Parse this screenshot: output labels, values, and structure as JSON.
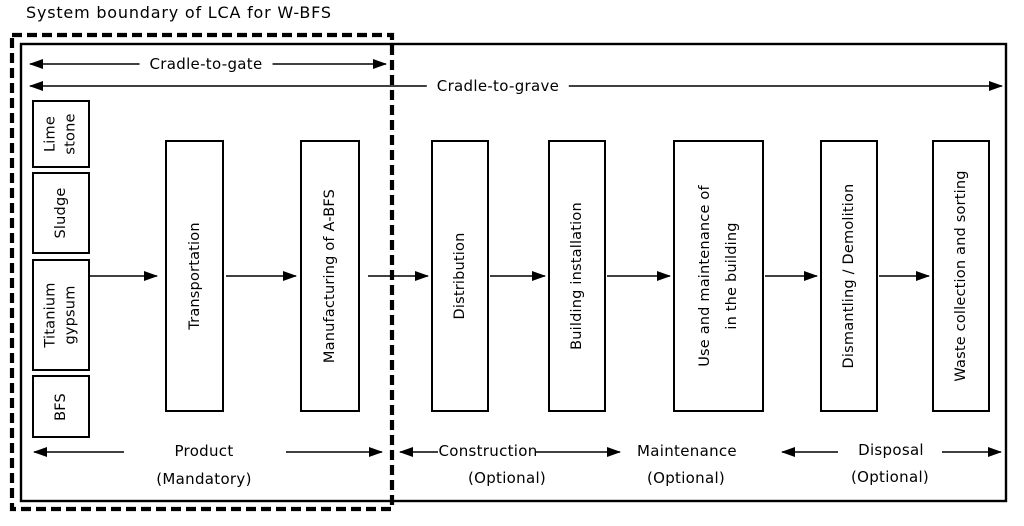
{
  "figure": {
    "title": "System boundary of LCA for W-BFS",
    "scope_arrows": {
      "cradle_to_gate": "Cradle-to-gate",
      "cradle_to_grave": "Cradle-to-grave"
    },
    "raw_materials": {
      "limestone": "Lime\nstone",
      "sludge": "Sludge",
      "titanium_gypsum": "Titanium\ngypsum",
      "bfs": "BFS"
    },
    "stages": {
      "transportation": "Transportation",
      "manufacturing": "Manufacturing of A-BFS",
      "distribution": "Distribution",
      "building_installation": "Building installation",
      "use_maintenance": "Use and maintenance of\nin the building",
      "dismantling": "Dismantling / Demolition",
      "waste_collection": "Waste collection and sorting"
    },
    "phases": {
      "product": {
        "label": "Product",
        "sub": "(Mandatory)"
      },
      "construction": {
        "label": "Construction",
        "sub": "(Optional)"
      },
      "maintenance": {
        "label": "Maintenance",
        "sub": "(Optional)"
      },
      "disposal": {
        "label": "Disposal",
        "sub": "(Optional)"
      }
    },
    "colors": {
      "line": "#000000",
      "background": "#ffffff",
      "text": "#000000"
    }
  }
}
